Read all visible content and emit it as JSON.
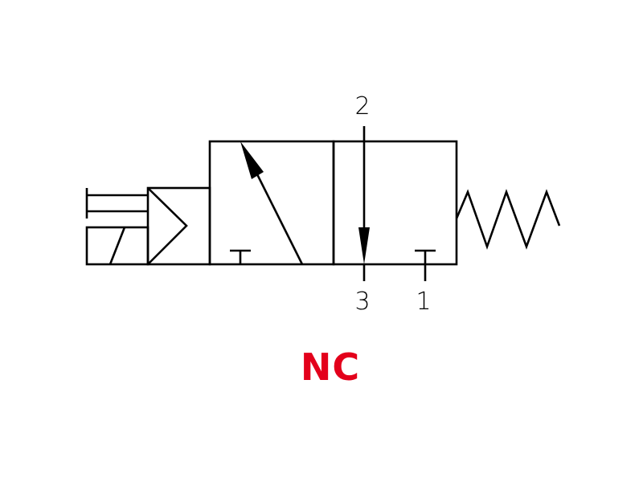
{
  "ports": {
    "top": "2",
    "bottom_left": "3",
    "bottom_right": "1"
  },
  "valve_type": {
    "label": "NC",
    "color": "#e3001b"
  },
  "line_color": "#000000"
}
